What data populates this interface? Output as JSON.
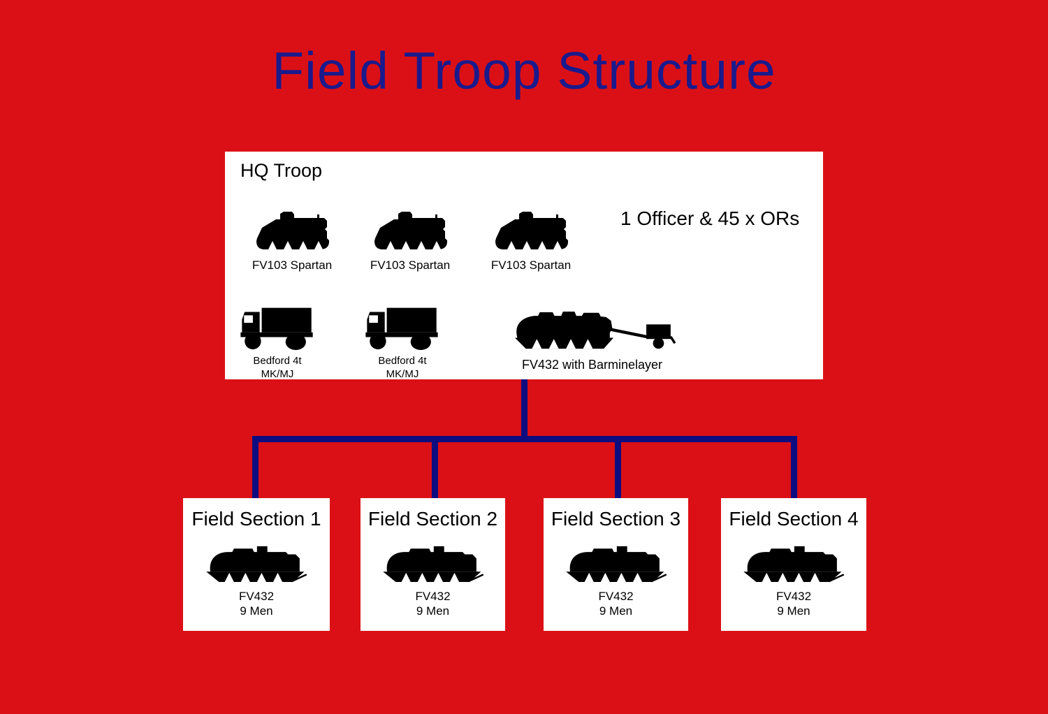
{
  "title": "Field Troop Structure",
  "colors": {
    "background": "#db1016",
    "title_blue": "#1a1a8c",
    "connector_blue": "#0d0d80",
    "box_white": "#ffffff",
    "silhouette_black": "#000000"
  },
  "hq": {
    "label": "HQ Troop",
    "personnel": "1 Officer & 45 x ORs",
    "spartans": [
      {
        "icon": "fv103-spartan-icon",
        "label": "FV103 Spartan"
      },
      {
        "icon": "fv103-spartan-icon",
        "label": "FV103 Spartan"
      },
      {
        "icon": "fv103-spartan-icon",
        "label": "FV103 Spartan"
      }
    ],
    "trucks": [
      {
        "icon": "bedford-truck-icon",
        "label_line1": "Bedford 4t",
        "label_line2": "MK/MJ"
      },
      {
        "icon": "bedford-truck-icon",
        "label_line1": "Bedford 4t",
        "label_line2": "MK/MJ"
      }
    ],
    "minelayer": {
      "icon": "fv432-barminelayer-icon",
      "label": "FV432 with Barminelayer"
    }
  },
  "sections": [
    {
      "title": "Field Section 1",
      "icon": "fv432-icon",
      "vehicle": "FV432",
      "strength": "9 Men"
    },
    {
      "title": "Field Section 2",
      "icon": "fv432-icon",
      "vehicle": "FV432",
      "strength": "9 Men"
    },
    {
      "title": "Field Section 3",
      "icon": "fv432-icon",
      "vehicle": "FV432",
      "strength": "9 Men"
    },
    {
      "title": "Field Section 4",
      "icon": "fv432-icon",
      "vehicle": "FV432",
      "strength": "9 Men"
    }
  ]
}
